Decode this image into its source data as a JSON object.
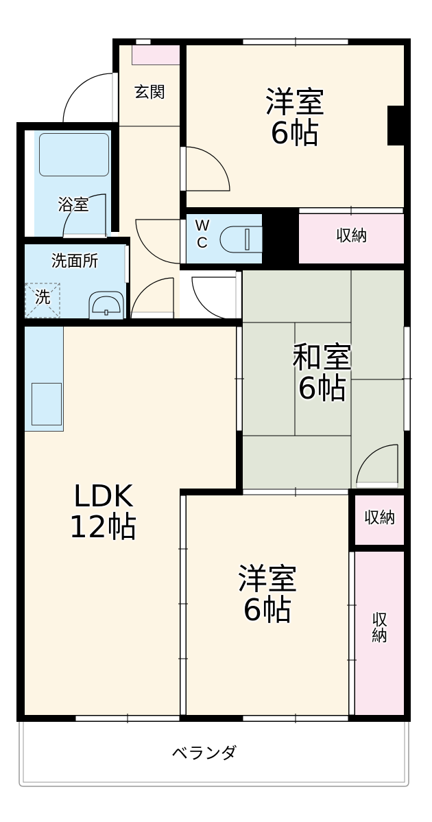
{
  "floor_plan": {
    "colors": {
      "wall": "#000000",
      "western_room": "#fdf5e4",
      "wet_area": "#d3eefb",
      "storage": "#fbe6ef",
      "tatami": "#e1e6d8",
      "veranda": "#ffffff"
    },
    "rooms": {
      "entrance": {
        "label": "玄関"
      },
      "western_room_north": {
        "label": "洋室\n6帖",
        "name": "洋室",
        "size": "6帖"
      },
      "bathroom": {
        "label": "浴室"
      },
      "toilet": {
        "label": "W\nC"
      },
      "storage_north": {
        "label": "収納"
      },
      "washroom": {
        "label": "洗面所"
      },
      "washer_space": {
        "label": "洗"
      },
      "japanese_room": {
        "label": "和室\n6帖",
        "name": "和室",
        "size": "6帖"
      },
      "ldk": {
        "label": "LDK\n12帖",
        "name": "LDK",
        "size": "12帖"
      },
      "storage_mid": {
        "label": "収納"
      },
      "western_room_south": {
        "label": "洋室\n6帖",
        "name": "洋室",
        "size": "6帖"
      },
      "storage_south": {
        "label": "収\n納"
      },
      "veranda": {
        "label": "ベランダ"
      }
    }
  }
}
